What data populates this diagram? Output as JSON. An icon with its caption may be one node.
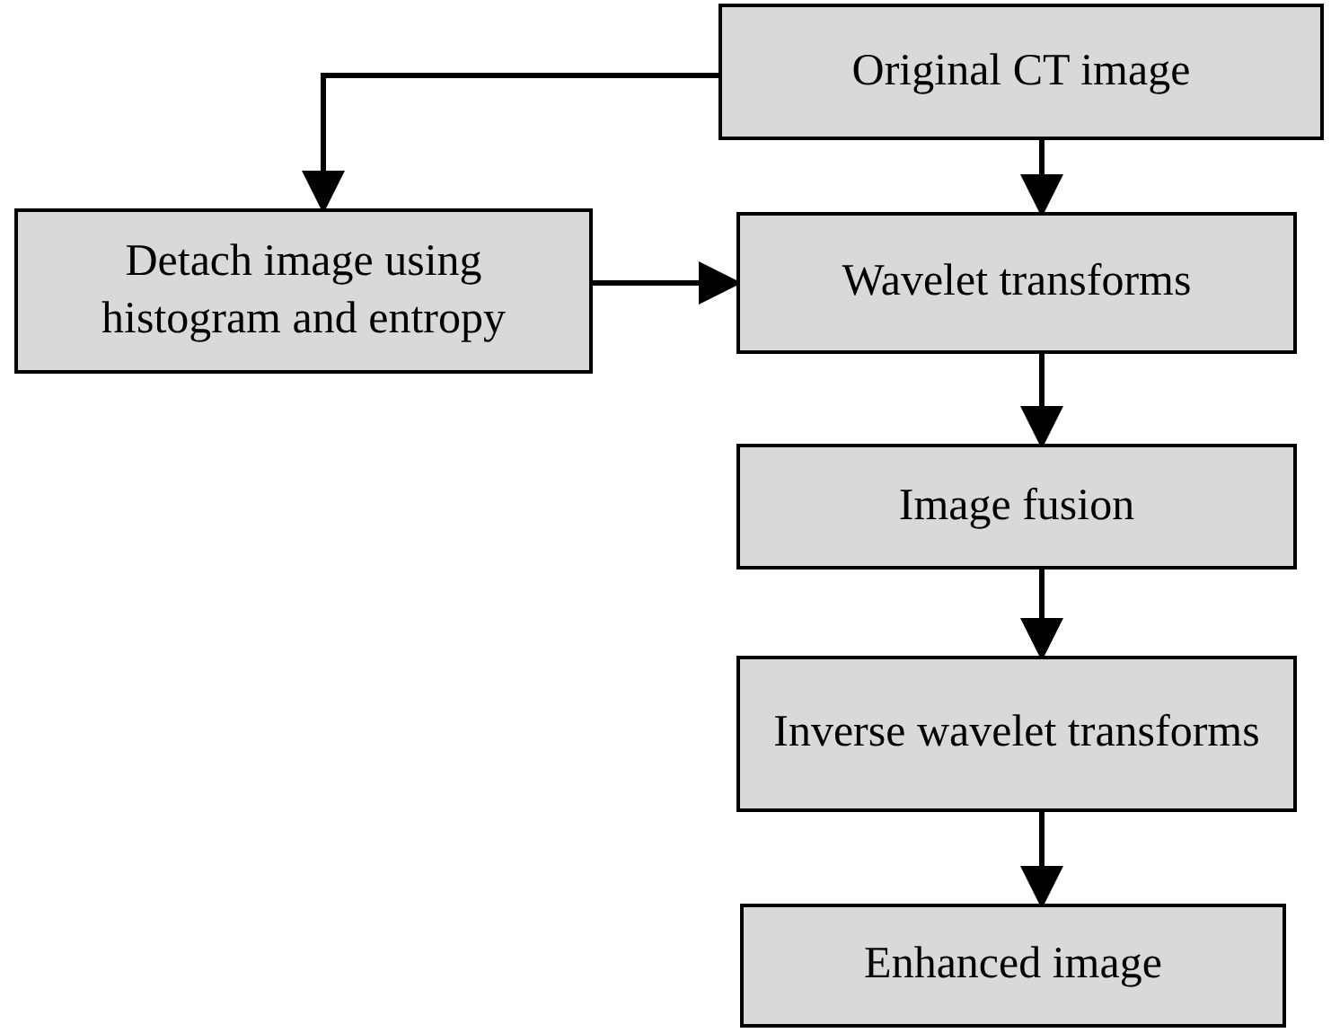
{
  "diagram": {
    "nodes": [
      {
        "text": [
          "Original CT image"
        ]
      },
      {
        "text": [
          "Detach image using histogram and entropy"
        ]
      },
      {
        "text": [
          "Wavelet transforms"
        ]
      },
      {
        "text": [
          "Image fusion"
        ]
      },
      {
        "text": [
          "Inverse wavelet transforms"
        ]
      },
      {
        "text": [
          "Enhanced image"
        ]
      }
    ],
    "edges": [
      {
        "from": 0,
        "to": 1,
        "arrow": "to"
      },
      {
        "from": 0,
        "to": 2,
        "arrow": "to"
      },
      {
        "from": 1,
        "to": 2,
        "arrow": "to"
      },
      {
        "from": 2,
        "to": 3,
        "arrow": "to"
      },
      {
        "from": 3,
        "to": 4,
        "arrow": "to"
      },
      {
        "from": 4,
        "to": 5,
        "arrow": "to"
      }
    ]
  }
}
